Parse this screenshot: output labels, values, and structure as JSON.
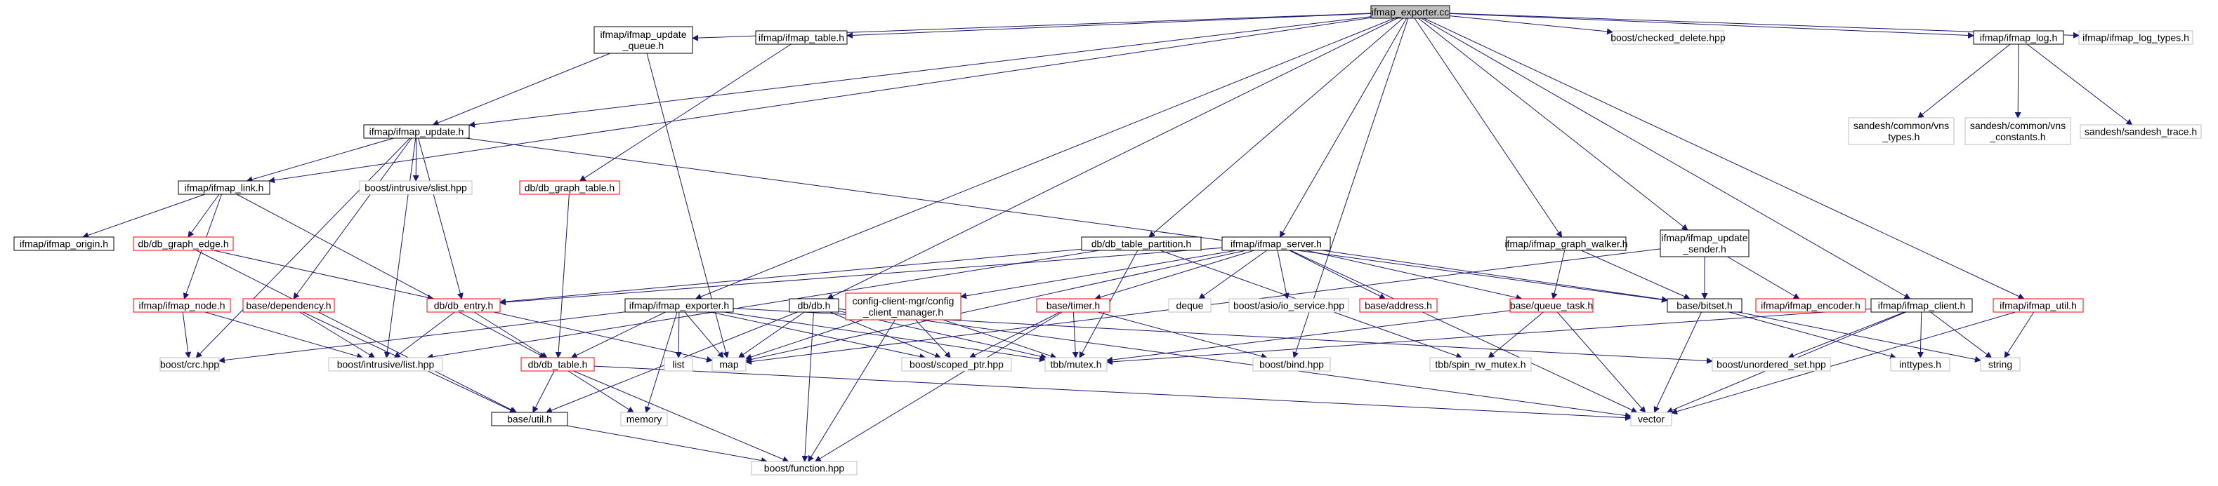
{
  "root": "ifmap_exporter.cc",
  "nodes": {
    "root": {
      "lines": [
        "ifmap_exporter.cc"
      ],
      "style": "root"
    },
    "upd_queue": {
      "lines": [
        "ifmap/ifmap_update",
        "_queue.h"
      ],
      "style": "black"
    },
    "ifmap_table": {
      "lines": [
        "ifmap/ifmap_table.h"
      ],
      "style": "black"
    },
    "checked_delete": {
      "lines": [
        "boost/checked_delete.hpp"
      ],
      "style": "gray"
    },
    "ifmap_log": {
      "lines": [
        "ifmap/ifmap_log.h"
      ],
      "style": "black"
    },
    "ifmap_log_types": {
      "lines": [
        "ifmap/ifmap_log_types.h"
      ],
      "style": "gray"
    },
    "ifmap_update": {
      "lines": [
        "ifmap/ifmap_update.h"
      ],
      "style": "black"
    },
    "vns_types": {
      "lines": [
        "sandesh/common/vns",
        "_types.h"
      ],
      "style": "gray"
    },
    "vns_constants": {
      "lines": [
        "sandesh/common/vns",
        "_constants.h"
      ],
      "style": "gray"
    },
    "sandesh_trace": {
      "lines": [
        "sandesh/sandesh_trace.h"
      ],
      "style": "gray"
    },
    "ifmap_link": {
      "lines": [
        "ifmap/ifmap_link.h"
      ],
      "style": "black"
    },
    "slist": {
      "lines": [
        "boost/intrusive/slist.hpp"
      ],
      "style": "gray"
    },
    "db_graph_table": {
      "lines": [
        "db/db_graph_table.h"
      ],
      "style": "red"
    },
    "ifmap_origin": {
      "lines": [
        "ifmap/ifmap_origin.h"
      ],
      "style": "black"
    },
    "db_graph_edge": {
      "lines": [
        "db/db_graph_edge.h"
      ],
      "style": "red"
    },
    "db_table_partition": {
      "lines": [
        "db/db_table_partition.h"
      ],
      "style": "black"
    },
    "ifmap_server": {
      "lines": [
        "ifmap/ifmap_server.h"
      ],
      "style": "black"
    },
    "graph_walker": {
      "lines": [
        "ifmap/ifmap_graph_walker.h"
      ],
      "style": "black"
    },
    "update_sender": {
      "lines": [
        "ifmap/ifmap_update",
        "_sender.h"
      ],
      "style": "black"
    },
    "ifmap_node": {
      "lines": [
        "ifmap/ifmap_node.h"
      ],
      "style": "red"
    },
    "dependency": {
      "lines": [
        "base/dependency.h"
      ],
      "style": "red"
    },
    "db_entry": {
      "lines": [
        "db/db_entry.h"
      ],
      "style": "red"
    },
    "ifmap_exporter": {
      "lines": [
        "ifmap/ifmap_exporter.h"
      ],
      "style": "black"
    },
    "db": {
      "lines": [
        "db/db.h"
      ],
      "style": "black"
    },
    "config_client_mgr": {
      "lines": [
        "config-client-mgr/config",
        "_client_manager.h"
      ],
      "style": "red"
    },
    "timer": {
      "lines": [
        "base/timer.h"
      ],
      "style": "red"
    },
    "deque": {
      "lines": [
        "deque"
      ],
      "style": "gray"
    },
    "io_service": {
      "lines": [
        "boost/asio/io_service.hpp"
      ],
      "style": "gray"
    },
    "address": {
      "lines": [
        "base/address.h"
      ],
      "style": "red"
    },
    "queue_task": {
      "lines": [
        "base/queue_task.h"
      ],
      "style": "red"
    },
    "bitset": {
      "lines": [
        "base/bitset.h"
      ],
      "style": "black"
    },
    "ifmap_encoder": {
      "lines": [
        "ifmap/ifmap_encoder.h"
      ],
      "style": "red"
    },
    "ifmap_client": {
      "lines": [
        "ifmap/ifmap_client.h"
      ],
      "style": "black"
    },
    "ifmap_util": {
      "lines": [
        "ifmap/ifmap_util.h"
      ],
      "style": "red"
    },
    "crc": {
      "lines": [
        "boost/crc.hpp"
      ],
      "style": "gray"
    },
    "intrusive_list": {
      "lines": [
        "boost/intrusive/list.hpp"
      ],
      "style": "gray"
    },
    "db_table": {
      "lines": [
        "db/db_table.h"
      ],
      "style": "red"
    },
    "list": {
      "lines": [
        "list"
      ],
      "style": "gray"
    },
    "map": {
      "lines": [
        "map"
      ],
      "style": "gray"
    },
    "scoped_ptr": {
      "lines": [
        "boost/scoped_ptr.hpp"
      ],
      "style": "gray"
    },
    "tbb_mutex": {
      "lines": [
        "tbb/mutex.h"
      ],
      "style": "gray"
    },
    "bind": {
      "lines": [
        "boost/bind.hpp"
      ],
      "style": "gray"
    },
    "spin_rw_mutex": {
      "lines": [
        "tbb/spin_rw_mutex.h"
      ],
      "style": "gray"
    },
    "unordered_set": {
      "lines": [
        "boost/unordered_set.hpp"
      ],
      "style": "gray"
    },
    "inttypes": {
      "lines": [
        "inttypes.h"
      ],
      "style": "gray"
    },
    "string": {
      "lines": [
        "string"
      ],
      "style": "gray"
    },
    "memory": {
      "lines": [
        "memory"
      ],
      "style": "gray"
    },
    "vector": {
      "lines": [
        "vector"
      ],
      "style": "gray"
    },
    "base_util": {
      "lines": [
        "base/util.h"
      ],
      "style": "black"
    },
    "function": {
      "lines": [
        "boost/function.hpp"
      ],
      "style": "gray"
    }
  },
  "edges": [
    [
      "root",
      "upd_queue"
    ],
    [
      "root",
      "ifmap_table"
    ],
    [
      "root",
      "checked_delete"
    ],
    [
      "root",
      "ifmap_log"
    ],
    [
      "root",
      "ifmap_log_types"
    ],
    [
      "root",
      "ifmap_update"
    ],
    [
      "root",
      "ifmap_link"
    ],
    [
      "root",
      "db_table_partition"
    ],
    [
      "root",
      "ifmap_server"
    ],
    [
      "root",
      "graph_walker"
    ],
    [
      "root",
      "update_sender"
    ],
    [
      "root",
      "ifmap_exporter"
    ],
    [
      "root",
      "db"
    ],
    [
      "root",
      "ifmap_client"
    ],
    [
      "root",
      "ifmap_util"
    ],
    [
      "root",
      "bind"
    ],
    [
      "ifmap_log",
      "vns_types"
    ],
    [
      "ifmap_log",
      "vns_constants"
    ],
    [
      "ifmap_log",
      "sandesh_trace"
    ],
    [
      "upd_queue",
      "ifmap_update"
    ],
    [
      "upd_queue",
      "map"
    ],
    [
      "ifmap_table",
      "db_graph_table"
    ],
    [
      "ifmap_update",
      "ifmap_link"
    ],
    [
      "ifmap_update",
      "slist"
    ],
    [
      "ifmap_update",
      "dependency"
    ],
    [
      "ifmap_update",
      "db_entry"
    ],
    [
      "ifmap_update",
      "intrusive_list"
    ],
    [
      "ifmap_update",
      "crc"
    ],
    [
      "ifmap_update",
      "bitset"
    ],
    [
      "ifmap_link",
      "ifmap_origin"
    ],
    [
      "ifmap_link",
      "db_graph_edge"
    ],
    [
      "ifmap_link",
      "ifmap_node"
    ],
    [
      "ifmap_link",
      "db_table"
    ],
    [
      "db_graph_table",
      "db_table"
    ],
    [
      "db_graph_edge",
      "db_entry"
    ],
    [
      "db_graph_edge",
      "base_util"
    ],
    [
      "ifmap_node",
      "crc"
    ],
    [
      "ifmap_node",
      "intrusive_list"
    ],
    [
      "dependency",
      "intrusive_list"
    ],
    [
      "dependency",
      "base_util"
    ],
    [
      "db_entry",
      "intrusive_list"
    ],
    [
      "db_entry",
      "db_table"
    ],
    [
      "db_entry",
      "map"
    ],
    [
      "db_table_partition",
      "db_entry"
    ],
    [
      "db_table_partition",
      "intrusive_list"
    ],
    [
      "db_table_partition",
      "tbb_mutex"
    ],
    [
      "db_table_partition",
      "spin_rw_mutex"
    ],
    [
      "ifmap_server",
      "db_entry"
    ],
    [
      "ifmap_server",
      "map"
    ],
    [
      "ifmap_server",
      "config_client_mgr"
    ],
    [
      "ifmap_server",
      "timer"
    ],
    [
      "ifmap_server",
      "deque"
    ],
    [
      "ifmap_server",
      "io_service"
    ],
    [
      "ifmap_server",
      "address"
    ],
    [
      "ifmap_server",
      "queue_task"
    ],
    [
      "ifmap_server",
      "bitset"
    ],
    [
      "ifmap_server",
      "vector"
    ],
    [
      "graph_walker",
      "queue_task"
    ],
    [
      "graph_walker",
      "bitset"
    ],
    [
      "update_sender",
      "bitset"
    ],
    [
      "update_sender",
      "ifmap_encoder"
    ],
    [
      "update_sender",
      "map"
    ],
    [
      "ifmap_exporter",
      "db_table"
    ],
    [
      "ifmap_exporter",
      "list"
    ],
    [
      "ifmap_exporter",
      "map"
    ],
    [
      "ifmap_exporter",
      "memory"
    ],
    [
      "ifmap_exporter",
      "scoped_ptr"
    ],
    [
      "ifmap_exporter",
      "tbb_mutex"
    ],
    [
      "ifmap_exporter",
      "crc"
    ],
    [
      "ifmap_exporter",
      "unordered_set"
    ],
    [
      "db",
      "map"
    ],
    [
      "db",
      "scoped_ptr"
    ],
    [
      "db",
      "tbb_mutex"
    ],
    [
      "db",
      "base_util"
    ],
    [
      "db",
      "function"
    ],
    [
      "db",
      "vector"
    ],
    [
      "config_client_mgr",
      "scoped_ptr"
    ],
    [
      "config_client_mgr",
      "tbb_mutex"
    ],
    [
      "config_client_mgr",
      "function"
    ],
    [
      "config_client_mgr",
      "map"
    ],
    [
      "timer",
      "scoped_ptr"
    ],
    [
      "timer",
      "tbb_mutex"
    ],
    [
      "timer",
      "bind"
    ],
    [
      "timer",
      "function"
    ],
    [
      "queue_task",
      "tbb_mutex"
    ],
    [
      "queue_task",
      "spin_rw_mutex"
    ],
    [
      "queue_task",
      "vector"
    ],
    [
      "bitset",
      "vector"
    ],
    [
      "bitset",
      "string"
    ],
    [
      "bitset",
      "inttypes"
    ],
    [
      "ifmap_client",
      "unordered_set"
    ],
    [
      "ifmap_client",
      "inttypes"
    ],
    [
      "ifmap_client",
      "string"
    ],
    [
      "ifmap_client",
      "vector"
    ],
    [
      "ifmap_client",
      "tbb_mutex"
    ],
    [
      "ifmap_util",
      "string"
    ],
    [
      "ifmap_util",
      "vector"
    ],
    [
      "db_table",
      "base_util"
    ],
    [
      "db_table",
      "memory"
    ],
    [
      "db_table",
      "function"
    ],
    [
      "db_table",
      "vector"
    ],
    [
      "base_util",
      "function"
    ]
  ],
  "colors": {
    "edge": "#191970",
    "black_border": "#000000",
    "red_border": "#ff0000",
    "gray_border": "#bfbfbf",
    "root_fill": "#bfbfbf",
    "text": "#000000"
  }
}
